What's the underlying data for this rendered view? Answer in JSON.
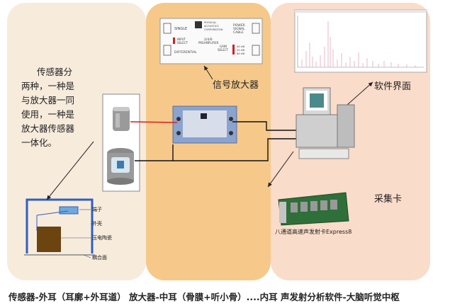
{
  "sensor_description": {
    "lines": [
      "传感器分",
      "两种，一种是",
      "与放大器一同",
      "使用，一种是",
      "放大器传感器",
      "一体化。"
    ]
  },
  "amplifier": {
    "label": "信号放大器",
    "panel": {
      "single": "SINGLE",
      "brand": [
        "PHYSICAL",
        "ACOUSTICS",
        "CORPORATION"
      ],
      "power": [
        "POWER",
        "SIGNAL",
        "CABLE"
      ],
      "model": [
        "2/4/6",
        "PREAMPLIFIER"
      ],
      "input_select": [
        "INPUT",
        "SELECT"
      ],
      "differential": "DIFFERENTIAL",
      "gain_select": [
        "GAIN",
        "SELECT"
      ],
      "gain_values": [
        "40 dB",
        "20 dB",
        "60 dB"
      ]
    }
  },
  "software_label": "软件界面",
  "acquisition_card": {
    "label": "采集卡",
    "caption": "八通道高速声发射卡Express8"
  },
  "sensor_parts": {
    "terminal": "端子",
    "shell": "外壳",
    "piezo": "压电陶瓷",
    "coupling": "耦合面"
  },
  "bottom_caption": "传感器-外耳（耳廓+外耳道） 放大器-中耳（骨膜+听小骨）....内耳 声发射分析软件-大脑听觉中枢",
  "colors": {
    "left_panel": "#f7ebdc",
    "mid_panel": "#f6c98a",
    "right_panel": "#f9dcc9",
    "diagram_blue": "#2f5fc4",
    "cable_red": "#d42020",
    "piezo_brown": "#6b4410"
  }
}
